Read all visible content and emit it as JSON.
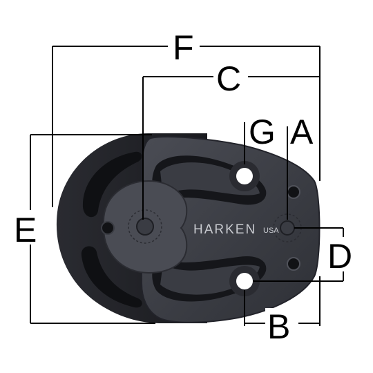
{
  "diagram": {
    "brand_text": "HARKEN",
    "brand_sub_text": "USA",
    "dimension_labels": {
      "F": "F",
      "C": "C",
      "G": "G",
      "A": "A",
      "E": "E",
      "D": "D",
      "B": "B"
    },
    "colors": {
      "dimension_line": "#000000",
      "body_dark": "#1c1d22",
      "side_plate": "#3d3f46",
      "sheave_gray": "#4a4c54",
      "slot": "#15161a",
      "hole_white": "#ffffff",
      "text_on_plate": "#c9cbd0"
    }
  }
}
